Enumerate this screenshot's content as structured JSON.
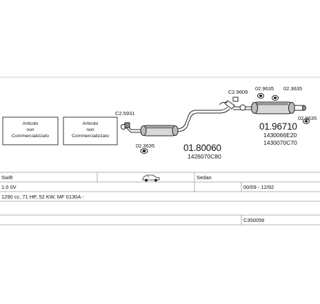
{
  "diagram": {
    "boxes": [
      {
        "line1": "Articolo",
        "line2": "non",
        "line3": "Commercializzato"
      },
      {
        "line1": "Articolo",
        "line2": "non",
        "line3": "Commercializzato"
      }
    ],
    "labels": {
      "clamp_a": "C2.5931",
      "clamp_b": "C2.9609",
      "clamp_c": "02.9635",
      "clamp_d": "02.3635",
      "clamp_e": "02.3635",
      "clamp_f": "02.9635",
      "mid_part": "01.80060",
      "mid_oe": "1426070C80",
      "rear_part": "01.96710",
      "rear_oe1": "1430066E20",
      "rear_oe2": "1430070C70"
    }
  },
  "table": {
    "model": "Swift",
    "body": "Sedan",
    "engine": "1.0  0V",
    "years": "00/09 - 12/92",
    "spec": "1290 cc, 71 HP, 52 KW, MF 0130A -",
    "code": "C350056"
  },
  "icons": {
    "car": "sedan-car-icon"
  }
}
